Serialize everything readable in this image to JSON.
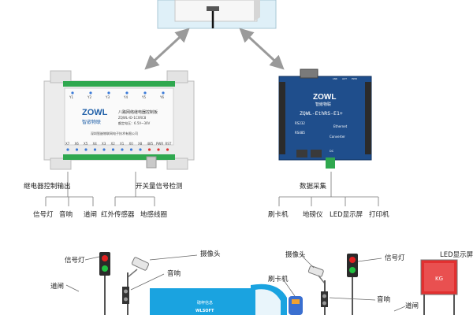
{
  "relay_box": {
    "brand": "ZOWL",
    "brand_cn": "智嵌物联",
    "title": "八路网络继电器控制板",
    "model": "ZQWL-IO-1CXRC8",
    "voltage": "额定电压：6.5V~30V",
    "company": "深圳智嵌物联网电子技术有限公司",
    "top_terminals": [
      "Y1",
      "Y2",
      "Y3",
      "Y4",
      "Y5",
      "Y6"
    ],
    "bottom_terminals": [
      "X7",
      "X6",
      "X5",
      "X4",
      "X3",
      "X2",
      "X1",
      "X0",
      "X8",
      "485",
      "PWR",
      "RST"
    ]
  },
  "converter_box": {
    "brand": "ZOWL",
    "brand_cn": "智嵌物联",
    "model": "ZQWL-EthRS-E1+",
    "port1": "RS232",
    "port2": "RS485",
    "ethernet": "Ethernet",
    "converter": "Converter",
    "dc_label": "DC",
    "led_labels": [
      "LNK",
      "ACT",
      "PWR"
    ]
  },
  "tree_labels": {
    "relay_output": "继电器控制输出",
    "switch_detect": "开关量信号检测",
    "data_collect": "数据采集",
    "relay_children": [
      "信号灯",
      "音响",
      "道闸"
    ],
    "switch_children": [
      "红外传感器",
      "地感线圈"
    ],
    "data_children": [
      "刷卡机",
      "地磅仪",
      "LED显示屏",
      "打印机"
    ]
  },
  "scene_labels": {
    "left": [
      "信号灯",
      "摄像头",
      "音响",
      "道闸"
    ],
    "right": [
      "摄像头",
      "刷卡机",
      "信号灯",
      "音响",
      "道闸",
      "LED显示屏"
    ],
    "led_screen_text": "KG"
  },
  "weighbridge": {
    "line1": "磅秤信息",
    "line2": "WLSOFT"
  },
  "colors": {
    "arrow": "#9a9a9a",
    "converter_blue": "#1f4e8c",
    "weighbridge_blue": "#1aa3e0",
    "terminal_green": "#2fa84f",
    "signal_red": "#e02020",
    "signal_green": "#20c040",
    "led_screen_red": "#e23030"
  }
}
